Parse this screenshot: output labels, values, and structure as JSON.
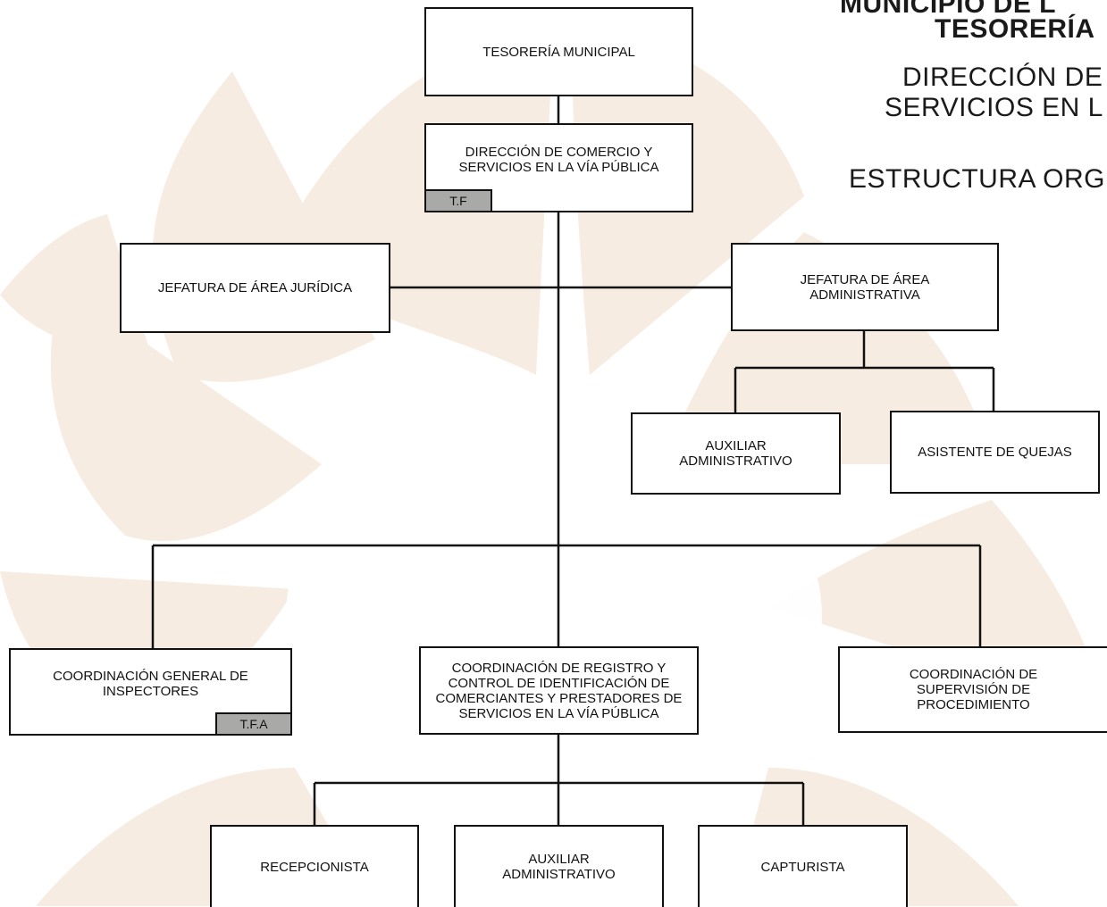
{
  "header": {
    "line1": "MUNICIPIO DE L",
    "line2": "TESORERÍA",
    "line3": "DIRECCIÓN DE",
    "line4": "SERVICIOS EN L",
    "line5": "ESTRUCTURA ORG"
  },
  "nodes": {
    "tesoreria": "TESORERÍA MUNICIPAL",
    "direccion": "DIRECCIÓN DE COMERCIO Y SERVICIOS EN LA VÍA PÚBLICA",
    "direccion_tag": "T.F",
    "juridica": "JEFATURA DE ÁREA JURÍDICA",
    "administrativa": "JEFATURA DE ÁREA ADMINISTRATIVA",
    "auxiliar_admin_1": "AUXILIAR ADMINISTRATIVO",
    "quejas": "ASISTENTE DE QUEJAS",
    "coord_inspectores": "COORDINACIÓN GENERAL DE INSPECTORES",
    "coord_inspectores_tag": "T.F.A",
    "coord_registro": "COORDINACIÓN DE REGISTRO Y CONTROL DE IDENTIFICACIÓN DE COMERCIANTES Y PRESTADORES DE SERVICIOS EN LA VÍA PÚBLICA",
    "coord_supervision": "COORDINACIÓN DE SUPERVISIÓN DE PROCEDIMIENTO",
    "recepcionista": "RECEPCIONISTA",
    "auxiliar_admin_2": "AUXILIAR ADMINISTRATIVO",
    "capturista": "CAPTURISTA"
  },
  "colors": {
    "watermark": "#f7ece2",
    "tag_fill": "#a9aaa8",
    "line": "#111111"
  }
}
